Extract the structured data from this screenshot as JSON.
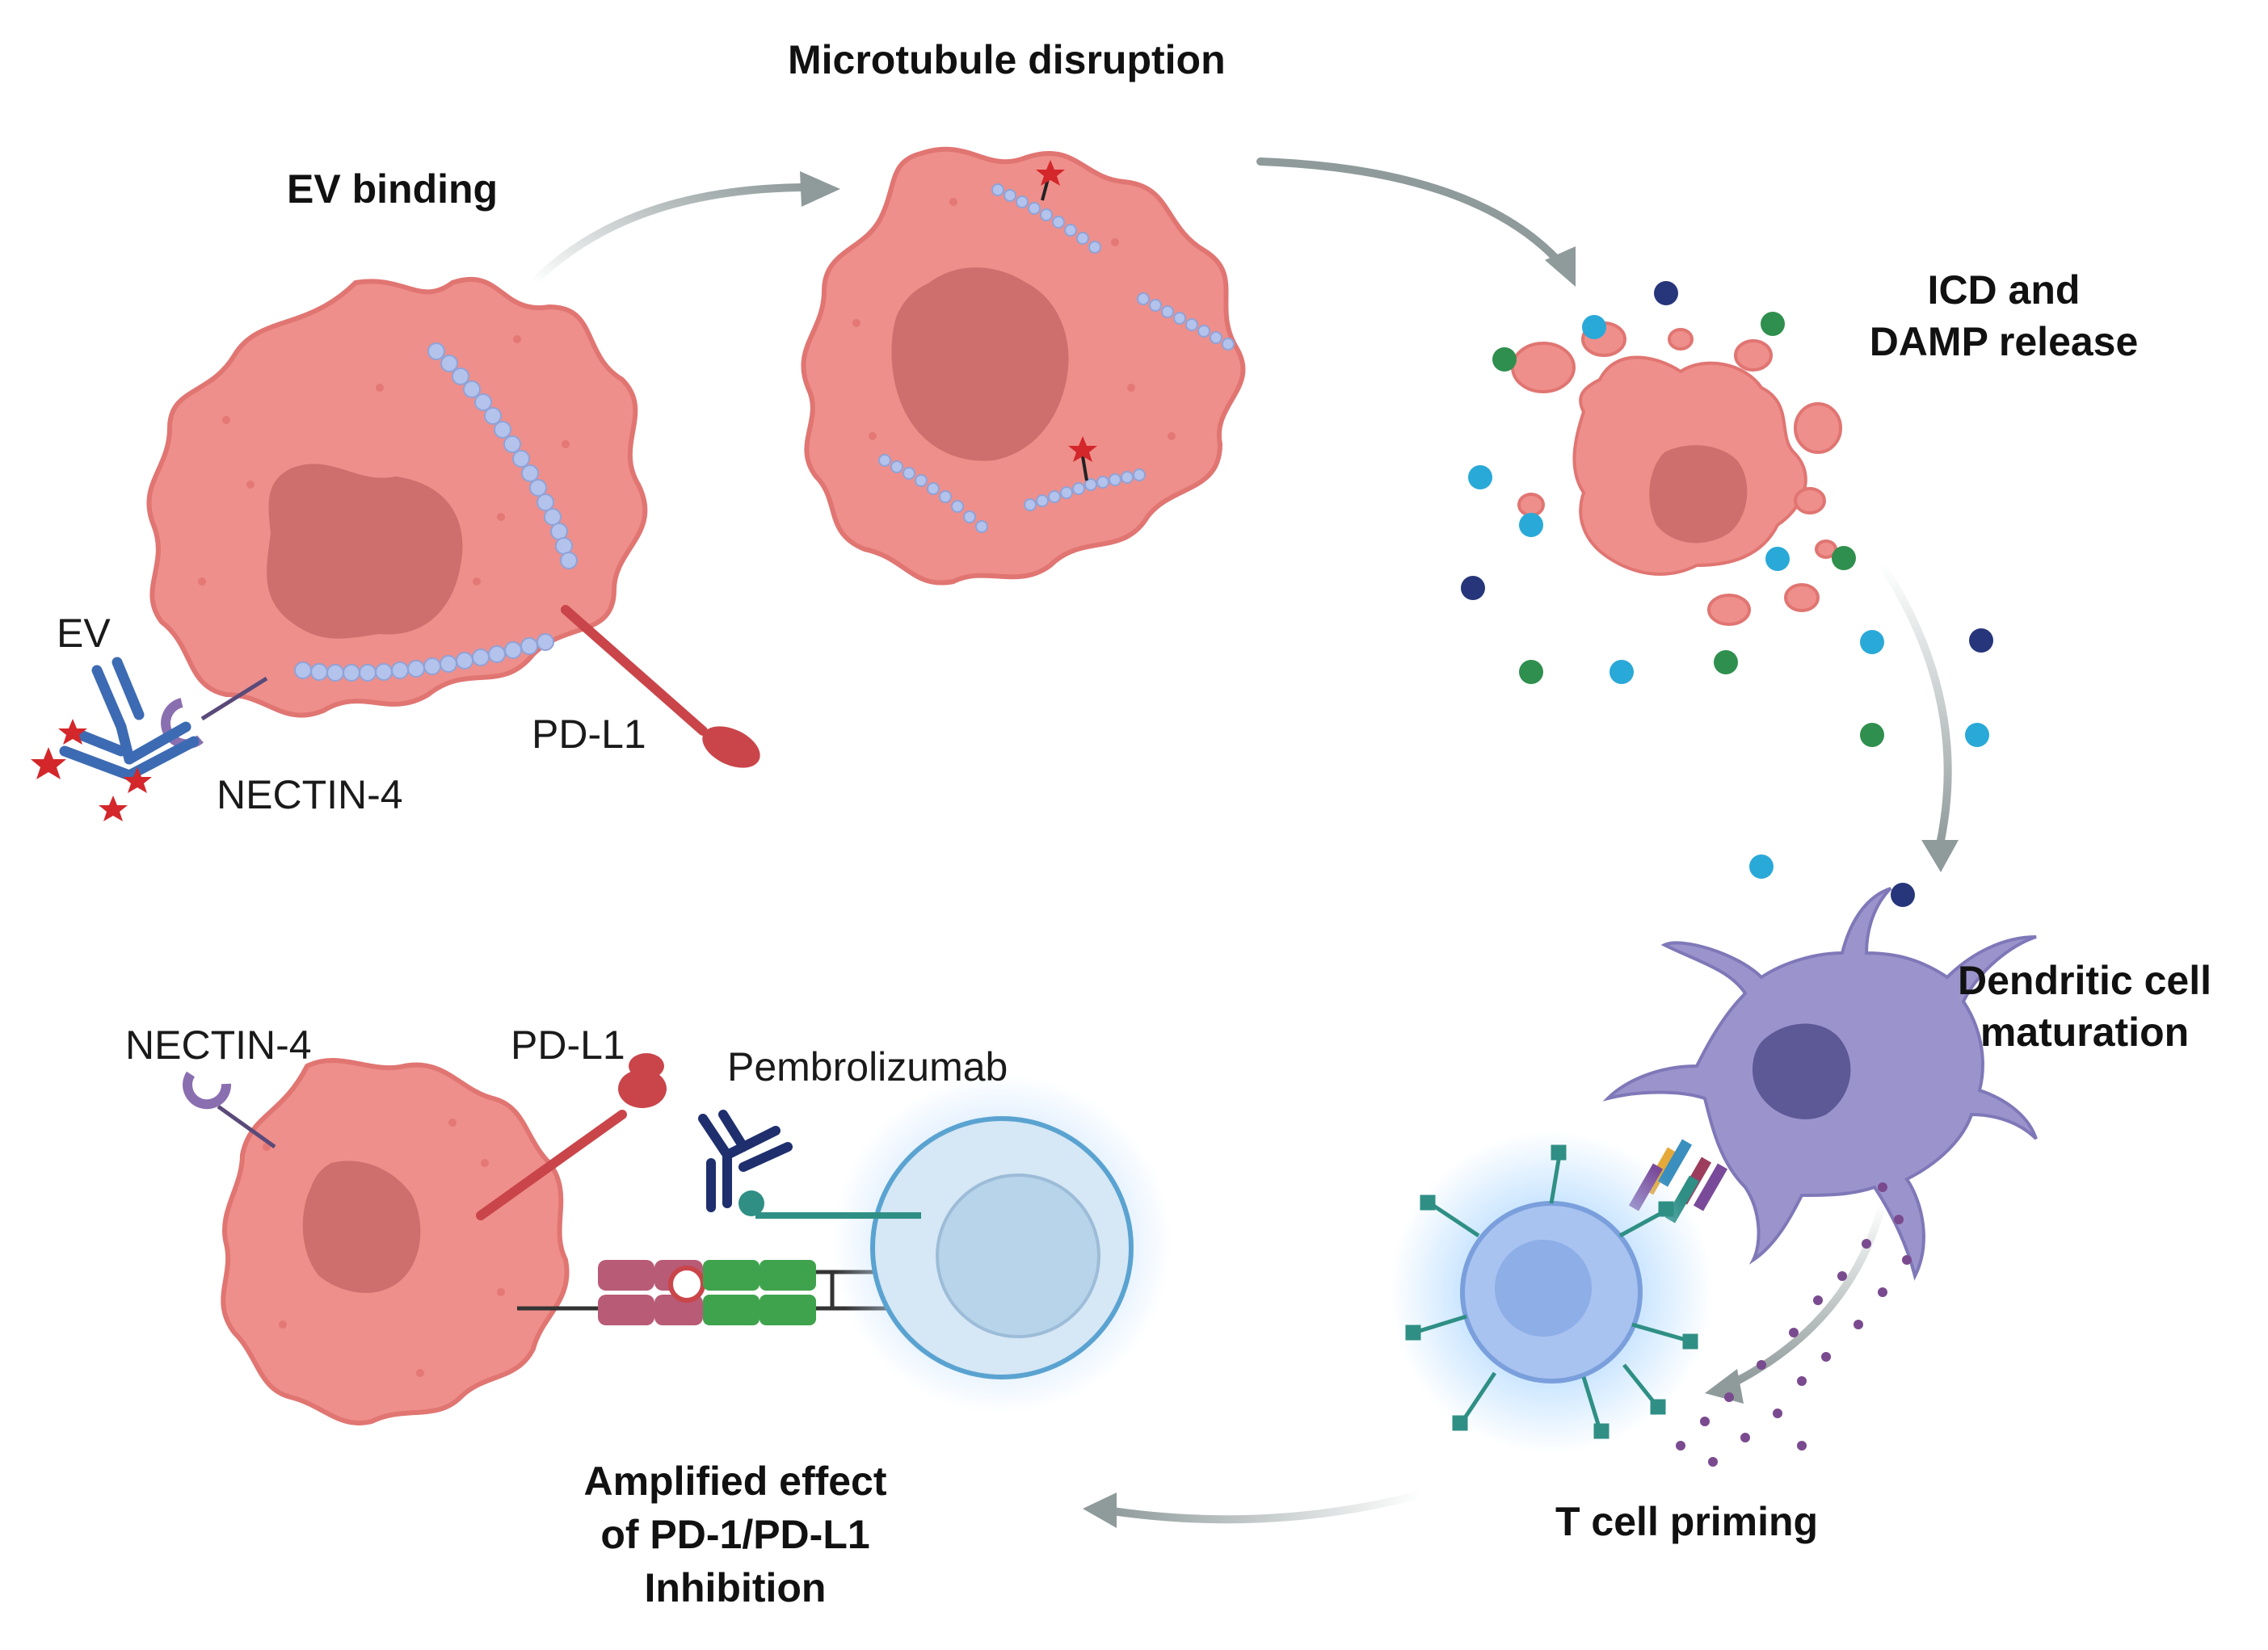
{
  "steps": {
    "ev_binding": "EV binding",
    "microtubule": "Microtubule disruption",
    "icd_line1": "ICD and",
    "icd_line2": "DAMP release",
    "dc_line1": "Dendritic cell",
    "dc_line2": "maturation",
    "tcell": "T cell priming",
    "amp_line1": "Amplified effect",
    "amp_line2": "of PD-1/PD-L1",
    "amp_line3": "Inhibition"
  },
  "labels": {
    "ev": "EV",
    "nectin4_top": "NECTIN-4",
    "pdl1_top": "PD-L1",
    "nectin4_bottom": "NECTIN-4",
    "pdl1_bottom": "PD-L1",
    "pembrolizumab": "Pembrolizumab"
  },
  "colors": {
    "cell_fill": "#ee8f8b",
    "cell_edge": "#d9625f",
    "nucleus": "#cf6f6d",
    "microtubule": "#b4c3ec",
    "arrow": "#8f9a9a",
    "antibody_blue": "#3d6bb3",
    "payload_red": "#d3272b",
    "nectin_purple": "#8a6fb0",
    "pdl1_red": "#c9454a",
    "dc_purple": "#9b94cc",
    "tcell_blue": "#a9c3f0",
    "damp_cyan": "#29a9d8",
    "damp_green": "#2f8f4e",
    "damp_navy": "#27367a"
  }
}
